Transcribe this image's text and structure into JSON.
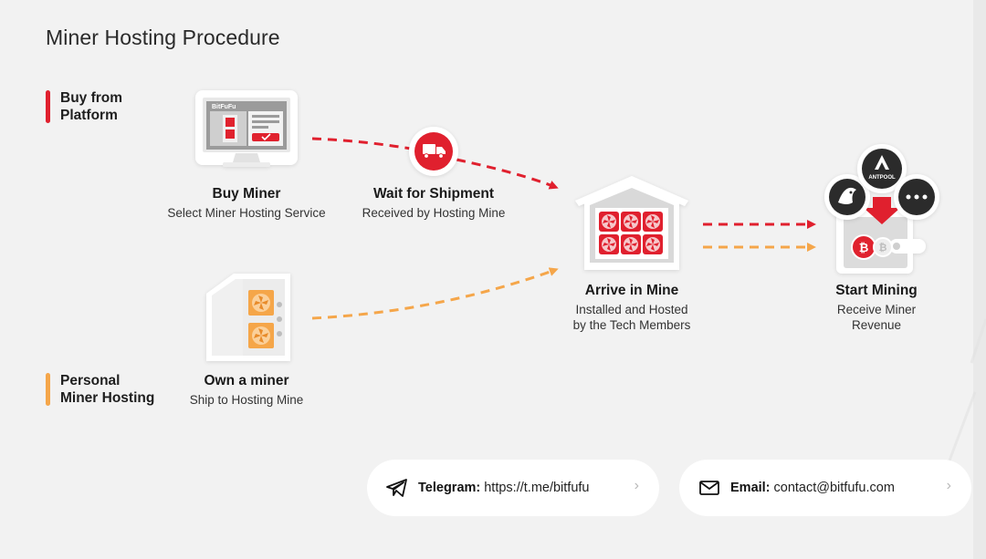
{
  "title": "Miner Hosting Procedure",
  "tracks": [
    {
      "label_line1": "Buy from",
      "label_line2": "Platform",
      "color": "#e0202e"
    },
    {
      "label_line1": "Personal",
      "label_line2": "Miner Hosting",
      "color": "#f5a64a"
    }
  ],
  "steps": {
    "buy_miner": {
      "title": "Buy Miner",
      "desc": "Select Miner Hosting Service"
    },
    "wait_shipment": {
      "title": "Wait for Shipment",
      "desc": "Received by Hosting Mine"
    },
    "arrive_mine": {
      "title": "Arrive in Mine",
      "desc_line1": "Installed and Hosted",
      "desc_line2": "by the Tech Members"
    },
    "start_mining": {
      "title": "Start Mining",
      "desc_line1": "Receive Miner",
      "desc_line2": "Revenue"
    },
    "own_miner": {
      "title": "Own a miner",
      "desc": "Ship to Hosting Mine"
    }
  },
  "monitor_brand": "BitFuFu",
  "pool_name": "ANTPOOL",
  "contacts": {
    "telegram": {
      "key": "Telegram:",
      "value": "https://t.me/bitfufu"
    },
    "email": {
      "key": "Email:",
      "value": "contact@bitfufu.com"
    }
  },
  "colors": {
    "red": "#e0202e",
    "orange": "#f5a64a",
    "background": "#f2f2f2"
  },
  "icons": [
    "monitor-icon",
    "truck-icon",
    "warehouse-icon",
    "miner-machine-icon",
    "antpool-icon",
    "pool-fish-icon",
    "more-pools-icon",
    "wallet-icon",
    "telegram-icon",
    "email-icon",
    "chevron-right-icon"
  ]
}
